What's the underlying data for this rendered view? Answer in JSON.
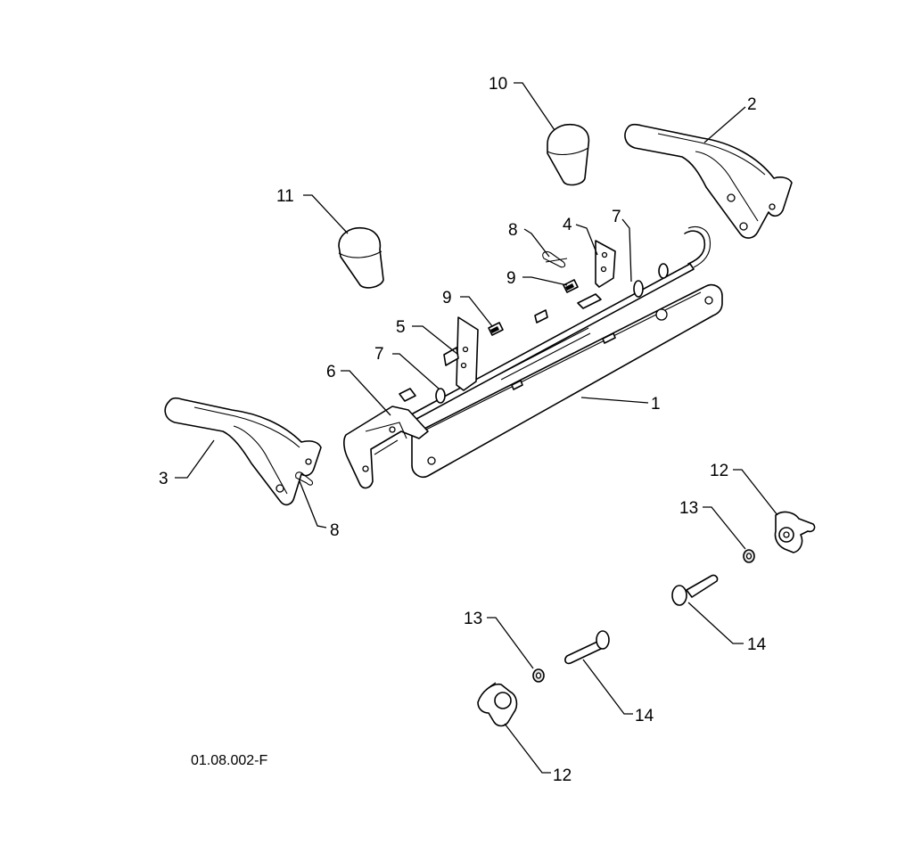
{
  "drawing_code": "01.08.002-F",
  "callouts": {
    "c1": "1",
    "c2": "2",
    "c3": "3",
    "c4": "4",
    "c5": "5",
    "c6": "6",
    "c7a": "7",
    "c7b": "7",
    "c8a": "8",
    "c8b": "8",
    "c9a": "9",
    "c9b": "9",
    "c10": "10",
    "c11": "11",
    "c12a": "12",
    "c12b": "12",
    "c13a": "13",
    "c13b": "13",
    "c14a": "14",
    "c14b": "14"
  }
}
